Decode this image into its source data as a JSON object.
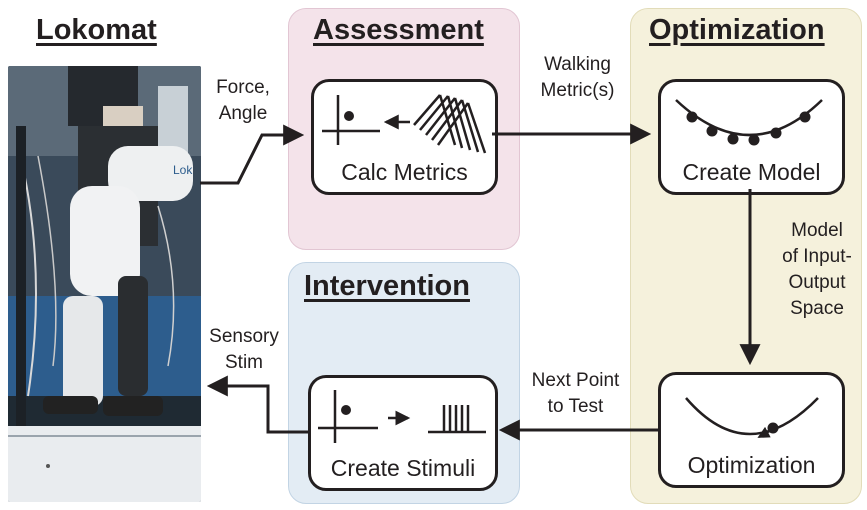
{
  "titles": {
    "lokomat": "Lokomat",
    "assessment": "Assessment",
    "optimization": "Optimization",
    "intervention": "Intervention"
  },
  "boxes": {
    "calc_metrics": "Calc Metrics",
    "create_model": "Create Model",
    "optimization": "Optimization",
    "create_stimuli": "Create Stimuli"
  },
  "photo": {
    "device_label": "Lok"
  },
  "arrow_labels": {
    "force_angle": [
      "Force,",
      "Angle"
    ],
    "walking_metrics": [
      "Walking",
      "Metric(s)"
    ],
    "model_space": [
      "Model",
      "of Input-",
      "Output",
      "Space"
    ],
    "next_point": [
      "Next Point",
      "to Test"
    ],
    "sensory_stim": [
      "Sensory",
      "Stim"
    ]
  },
  "colors": {
    "assessment_panel": "#f4e3ea",
    "optimization_panel": "#f5f1dc",
    "intervention_panel": "#e3ecf4",
    "ink": "#231f20"
  }
}
